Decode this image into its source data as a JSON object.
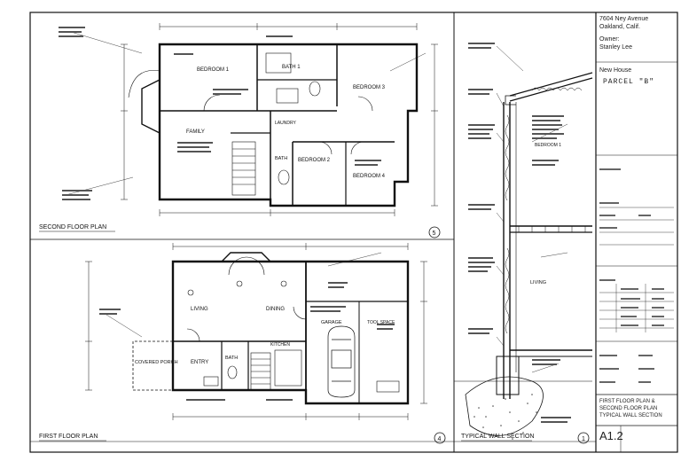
{
  "title_block": {
    "address_line1": "7604 Ney Avenue",
    "address_line2": "Oakland, Calif.",
    "owner_label": "Owner:",
    "owner_name": "Stanley Lee",
    "project": "New House",
    "parcel": "PARCEL \"B\"",
    "sheet_title_1": "FIRST FLOOR PLAN &",
    "sheet_title_2": "SECOND FLOOR PLAN",
    "sheet_title_3": "TYPICAL WALL SECTION",
    "sheet_number": "A1.2"
  },
  "drawings": {
    "second_floor_plan": {
      "title": "SECOND FLOOR PLAN",
      "number": "5"
    },
    "first_floor_plan": {
      "title": "FIRST FLOOR PLAN",
      "number": "4"
    },
    "wall_section": {
      "title": "TYPICAL WALL SECTION",
      "number": "1"
    }
  },
  "rooms_second": {
    "bedroom1": "BEDROOM 1",
    "bath1": "BATH 1",
    "bedroom3": "BEDROOM 3",
    "family": "FAMILY",
    "bath": "BATH",
    "bedroom2": "BEDROOM 2",
    "bedroom4": "BEDROOM 4",
    "laundry": "LAUNDRY"
  },
  "rooms_first": {
    "living": "LIVING",
    "dining": "DINING",
    "entry": "ENTRY",
    "bath": "BATH",
    "covered_porch": "COVERED PORCH",
    "garage": "GARAGE",
    "tool_space": "TOOL SPACE",
    "kitchen": "KITCHEN"
  },
  "wall_section_labels": {
    "bedroom": "BEDROOM 1",
    "living": "LIVING"
  }
}
